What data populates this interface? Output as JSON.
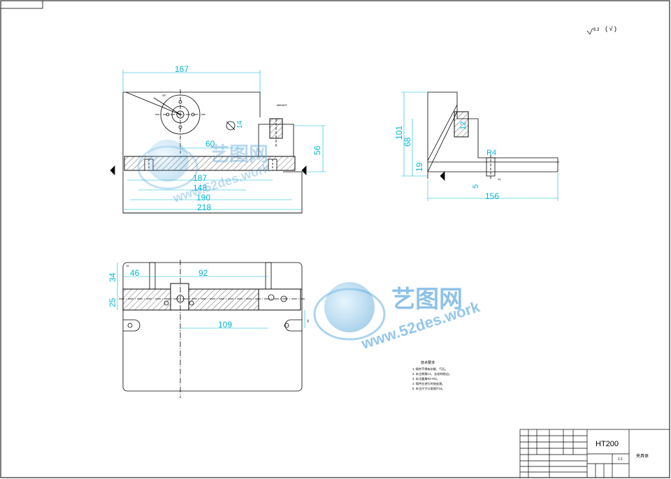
{
  "surface_symbol": {
    "text": "√(  √  )",
    "value": "6.3"
  },
  "front_view": {
    "dims": {
      "d167": "167",
      "d187": "187",
      "d148": "148",
      "d190": "190",
      "d218": "218",
      "d56": "56",
      "d14": "14",
      "d60": "60"
    },
    "notes": {
      "angle": "45°",
      "fit": "Ø8H8/f7"
    }
  },
  "side_view": {
    "dims": {
      "d101": "101",
      "d68": "68",
      "d19": "19",
      "d156": "156",
      "r4": "R4",
      "d5": "5",
      "d14": "14",
      "d12": "12"
    }
  },
  "top_view": {
    "dims": {
      "d46": "46",
      "d92": "92",
      "d34": "34",
      "d25": "25",
      "d109": "109",
      "d35": "35",
      "d15": "15"
    }
  },
  "tech_requirements": {
    "title": "技术要求",
    "items": [
      "1. 铸件不得有砂眼、气孔。",
      "2. 未注倒角C1，去毛刺锐边。",
      "3. 未注圆角R2~R3。",
      "4. 铸件应进行时效处理。",
      "5. 未注尺寸公差按IT14。"
    ]
  },
  "title_block": {
    "material": "HT200",
    "part_name": "夹具体",
    "scale": "1:1"
  },
  "watermark": {
    "brand": "艺图网",
    "url": "www.52des.work"
  }
}
